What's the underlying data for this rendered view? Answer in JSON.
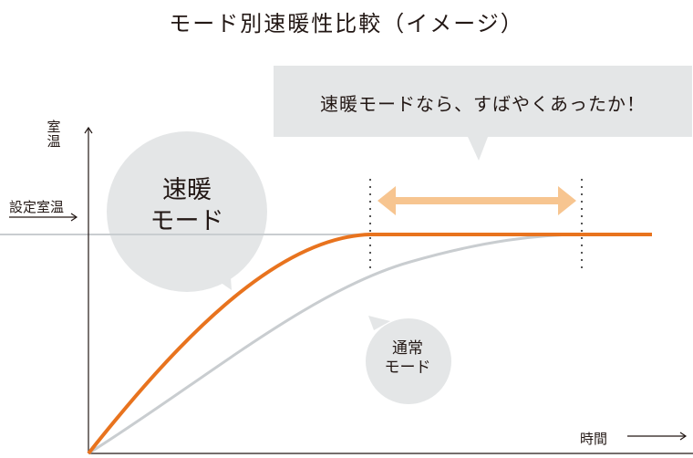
{
  "title": "モード別速暖性比較（イメージ）",
  "callout": "速暖モードなら、すばやくあったか！",
  "fast_mode_label_line1": "速暖",
  "fast_mode_label_line2": "モード",
  "normal_mode_label_line1": "通常",
  "normal_mode_label_line2": "モード",
  "y_axis_label": "室温",
  "set_temp_label": "設定室温",
  "x_axis_label": "時間",
  "colors": {
    "fast_curve": "#e8731e",
    "normal_curve": "#c9cdd0",
    "bubble": "#e4e6e7",
    "double_arrow": "#f7c590",
    "axis": "#231815"
  }
}
